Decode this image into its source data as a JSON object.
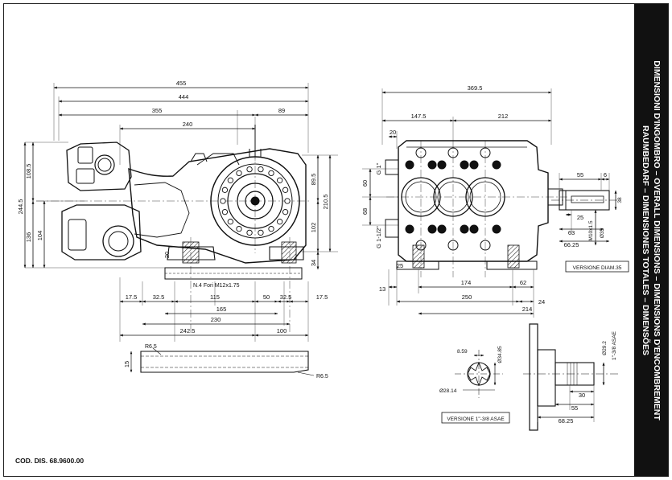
{
  "sheet": {
    "title_line1": "DIMENSIONI D'INGOMBRO – OVERALL DIMENSIONS – DIMENSIONS D'ENCOMBREMENT",
    "title_line2": "RAUMBEDARF – DIMENSIONES TOTALES – DIMENSÕES",
    "drawing_code": "COD. DIS. 68.9600.00"
  },
  "side_view": {
    "dims": {
      "d455": "455",
      "d444": "444",
      "d355": "355",
      "d89": "89",
      "d240": "240",
      "d108_5": "108.5",
      "d104": "104",
      "d244_5": "244.5",
      "d136": "136",
      "d89_5": "89.5",
      "d210_5": "210.5",
      "d102": "102",
      "d34": "34",
      "d20": "20",
      "thread": "N.4 Fori M12x1.75",
      "d17_5a": "17.5",
      "d32_5a": "32.5",
      "d115": "115",
      "d50": "50",
      "d32_5b": "32.5",
      "d17_5b": "17.5",
      "d165": "165",
      "d230": "230",
      "d242_5": "242.5",
      "d100": "100",
      "r6_5a": "R6.5",
      "r6_5b": "R6.5",
      "d15": "15"
    }
  },
  "front_view": {
    "dims": {
      "d369_5": "369.5",
      "d147_5": "147.5",
      "d212": "212",
      "d20": "20",
      "d60": "60",
      "d68": "68",
      "g1": "G 1\"",
      "g1_2": "G 1-1/2\"",
      "d25": "25",
      "d13": "13",
      "d174": "174",
      "d62": "62",
      "d250": "250",
      "d24": "24",
      "d214": "214"
    }
  },
  "shaft_diam35": {
    "dims": {
      "d55": "55",
      "d6": "6",
      "d38": "38",
      "d25": "25",
      "d63": "63",
      "m10": "M10x1.5",
      "d35": "Ø35",
      "d66_25": "66.25"
    },
    "label": "VERSIONE DIAM.35"
  },
  "shaft_asae": {
    "dims": {
      "d8_59": "8.59",
      "d34_85": "Ø34.85",
      "d28_14": "Ø28.14",
      "d29_2": "Ø29.2",
      "spline": "1\"-3/8 ASAE",
      "d30": "30",
      "d55": "55",
      "d68_25": "68.25"
    },
    "label": "VERSIONE 1\"-3/8 ASAE"
  }
}
